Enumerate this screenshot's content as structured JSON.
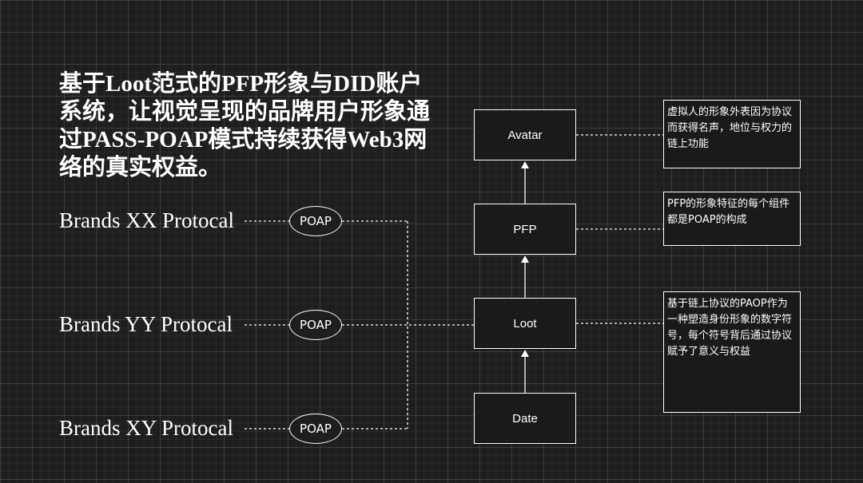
{
  "headline": "基于Loot范式的PFP形象与DID账户系统，让视觉呈现的品牌用户形象通过PASS-POAP模式持续获得Web3网络的真实权益。",
  "brands": [
    {
      "label": "Brands XX Protocal",
      "badge": "POAP"
    },
    {
      "label": "Brands YY Protocal",
      "badge": "POAP"
    },
    {
      "label": "Brands XY Protocal",
      "badge": "POAP"
    }
  ],
  "stack": {
    "avatar": "Avatar",
    "pfp": "PFP",
    "loot": "Loot",
    "date": "Date"
  },
  "notes": {
    "avatar": "虚拟人的形象外表因为协议而获得名声，地位与权力的链上功能",
    "pfp": "PFP的形象特征的每个组件都是POAP的构成",
    "loot": "基于链上协议的PAOP作为一种塑造身份形象的数字符号，每个符号背后通过协议赋予了意义与权益"
  }
}
